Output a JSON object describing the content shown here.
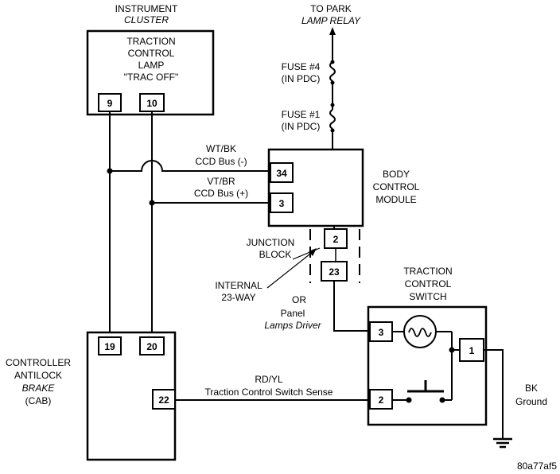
{
  "instrument_cluster": {
    "title_line1": "INSTRUMENT",
    "title_line2": "CLUSTER",
    "lamp_line1": "TRACTION",
    "lamp_line2": "CONTROL",
    "lamp_line3": "LAMP",
    "lamp_line4": "\"TRAC OFF\"",
    "pin_a": "9",
    "pin_b": "10"
  },
  "park_lamp": {
    "line1": "TO PARK",
    "line2": "LAMP RELAY"
  },
  "fuses": {
    "fuse4_line1": "FUSE #4",
    "fuse4_line2": "(IN PDC)",
    "fuse1_line1": "FUSE #1",
    "fuse1_line2": "(IN PDC)"
  },
  "bcm": {
    "line1": "BODY",
    "line2": "CONTROL",
    "line3": "MODULE",
    "pin_a": "34",
    "pin_b": "3"
  },
  "wires": {
    "wtbk_color": "WT/BK",
    "wtbk_name": "CCD Bus (-)",
    "vtbr_color": "VT/BR",
    "vtbr_name": "CCD Bus (+)",
    "rdyl_color": "RD/YL",
    "rdyl_name": "Traction Control Switch Sense"
  },
  "junction": {
    "line1": "JUNCTION",
    "line2": "BLOCK",
    "pin_a": "2",
    "pin_b": "23",
    "internal_line1": "INTERNAL",
    "internal_line2": "23-WAY",
    "or": "OR",
    "panel": "Panel",
    "driver": "Lamps Driver"
  },
  "cab": {
    "line1": "CONTROLLER",
    "line2": "ANTILOCK",
    "line3": "BRAKE",
    "line4": "(CAB)",
    "pin_a": "19",
    "pin_b": "20",
    "pin_c": "22"
  },
  "switch": {
    "line1": "TRACTION",
    "line2": "CONTROL",
    "line3": "SWITCH",
    "pin_a": "3",
    "pin_b": "1",
    "pin_c": "2"
  },
  "ground": {
    "line1": "BK",
    "line2": "Ground"
  },
  "figure_id": "80a77af5"
}
